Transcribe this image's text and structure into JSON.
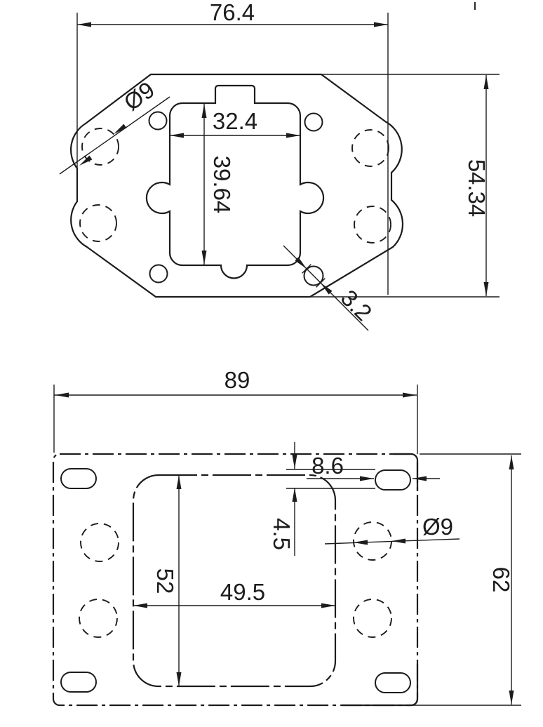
{
  "colors": {
    "line": "#1c1c1c",
    "background": "#ffffff"
  },
  "top_view": {
    "overall_width": "76.4",
    "overall_height": "54.34",
    "opening_width": "32.4",
    "opening_height": "39.64",
    "corner_hole_diameter": "Ø9",
    "small_hole_size": "3.2"
  },
  "bottom_view": {
    "overall_width": "89",
    "overall_height": "62",
    "opening_width": "49.5",
    "opening_height": "52",
    "slot_length": "8.6",
    "slot_offset": "4.5",
    "corner_hole_diameter": "Ø9"
  }
}
